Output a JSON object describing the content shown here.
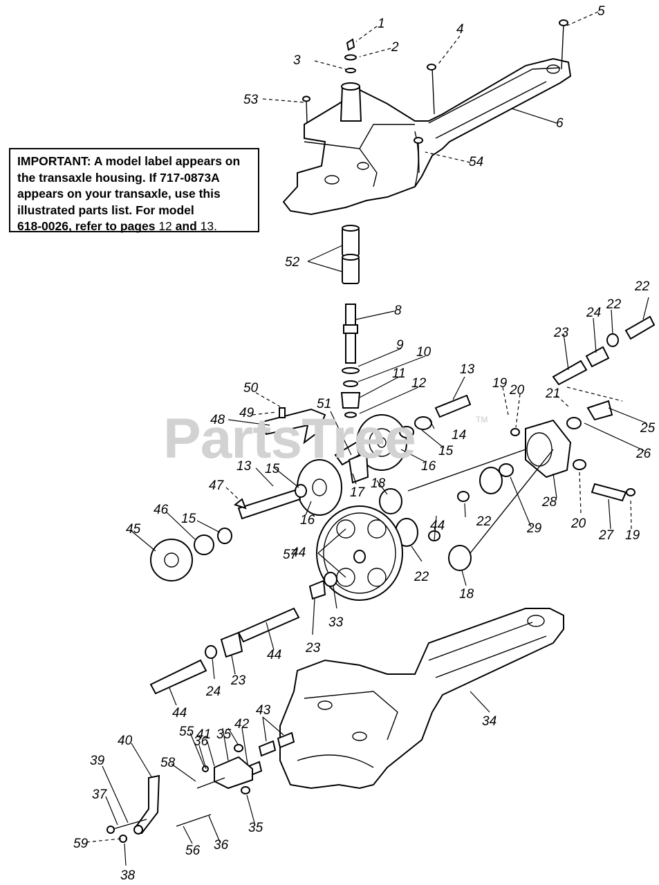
{
  "notice": {
    "line1_bold": "IMPORTANT: A model label appears on",
    "line2": "the transaxle housing. If 717-0873A",
    "line3": "appears on your transaxle, use this",
    "line4_a": "illustrated parts list. For model",
    "model_link": "618-0026,",
    "line5_rest_a": "refer to pages",
    "page_a": "12",
    "line5_and": "and",
    "page_b": "13."
  },
  "watermark": {
    "text": "PartsTree",
    "tm": "TM"
  },
  "callouts": [
    "1",
    "2",
    "3",
    "4",
    "5",
    "6",
    "54",
    "53",
    "52",
    "8",
    "9",
    "10",
    "11",
    "12",
    "13",
    "22",
    "23",
    "24",
    "22",
    "19",
    "20",
    "21",
    "25",
    "26",
    "50",
    "49",
    "48",
    "51",
    "14",
    "15",
    "16",
    "13",
    "15",
    "47",
    "17",
    "16",
    "18",
    "28",
    "29",
    "22",
    "20",
    "27",
    "19",
    "46",
    "15",
    "45",
    "44",
    "22",
    "44",
    "57",
    "18",
    "33",
    "23",
    "44",
    "24",
    "23",
    "44",
    "34",
    "43",
    "41",
    "35",
    "42",
    "55",
    "36",
    "40",
    "58",
    "39",
    "37",
    "59",
    "38",
    "56",
    "36",
    "35"
  ]
}
